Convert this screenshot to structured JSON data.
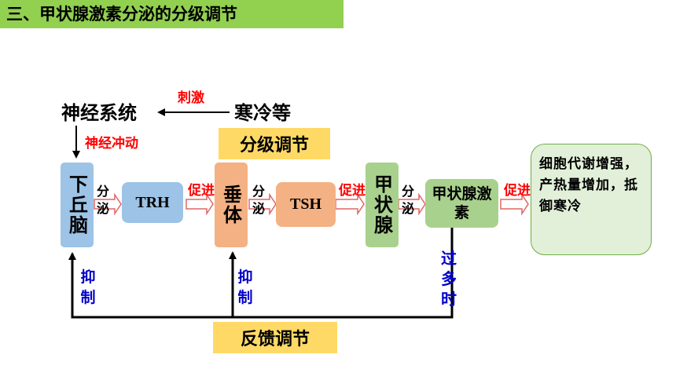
{
  "title": "三、甲状腺激素分泌的分级调节",
  "nodes": {
    "nervous_system": "神经系统",
    "cold": "寒冷等",
    "hypothalamus": "下丘脑",
    "trh": "TRH",
    "pituitary": "垂体",
    "tsh": "TSH",
    "thyroid": "甲状腺",
    "thyroid_hormone": "甲状腺激素",
    "effect": "细胞代谢增强，产热量增加，抵御寒冷"
  },
  "labels": {
    "stimulate": "刺激",
    "nerve_impulse": "神经冲动",
    "secrete": "分泌",
    "promote": "促进",
    "inhibit": "抑制",
    "excess": "过多时",
    "graded_regulation": "分级调节",
    "feedback_regulation": "反馈调节"
  },
  "colors": {
    "title_bar": "#92d050",
    "blue_box": "#9dc3e6",
    "pink_box": "#f4b183",
    "green_box": "#a9d18e",
    "effect_box": "#e2f0d9",
    "yellow_label": "#ffd966",
    "red_text": "#ff0000",
    "blue_text": "#0000cc"
  }
}
